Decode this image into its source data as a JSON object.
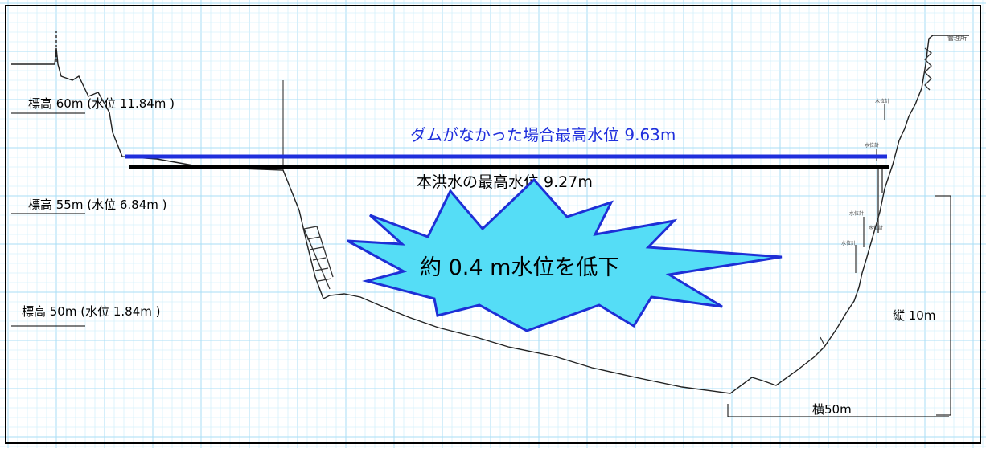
{
  "diagram": {
    "elevation_labels": [
      {
        "id": "elev-60",
        "text": "標高 60m (水位 11.84m )"
      },
      {
        "id": "elev-55",
        "text": "標高 55m (水位 6.84m )"
      },
      {
        "id": "elev-50",
        "text": "標高 50m (水位 1.84m )"
      }
    ],
    "water_levels": {
      "without_dam": {
        "label": "ダムがなかった場合最高水位 9.63m",
        "color": "#1f2fdc",
        "value_m": 9.63
      },
      "this_flood": {
        "label": "本洪水の最高水位 9.27m",
        "color": "#000000",
        "value_m": 9.27
      }
    },
    "callout": {
      "text": "約 0.4 m水位を低下",
      "fill": "#55ddf6",
      "stroke": "#1e2fd6"
    },
    "scale": {
      "vertical": "縦 10m",
      "horizontal": "横50m"
    },
    "station_tags": [
      "水位計",
      "水位計",
      "水位計",
      "水位計",
      "水位計"
    ],
    "corner_tag": "管理所",
    "colors": {
      "grid": "#a8def6",
      "grid_minor": "#d6f0fb",
      "frame": "#000000",
      "terrain": "#222222"
    }
  }
}
